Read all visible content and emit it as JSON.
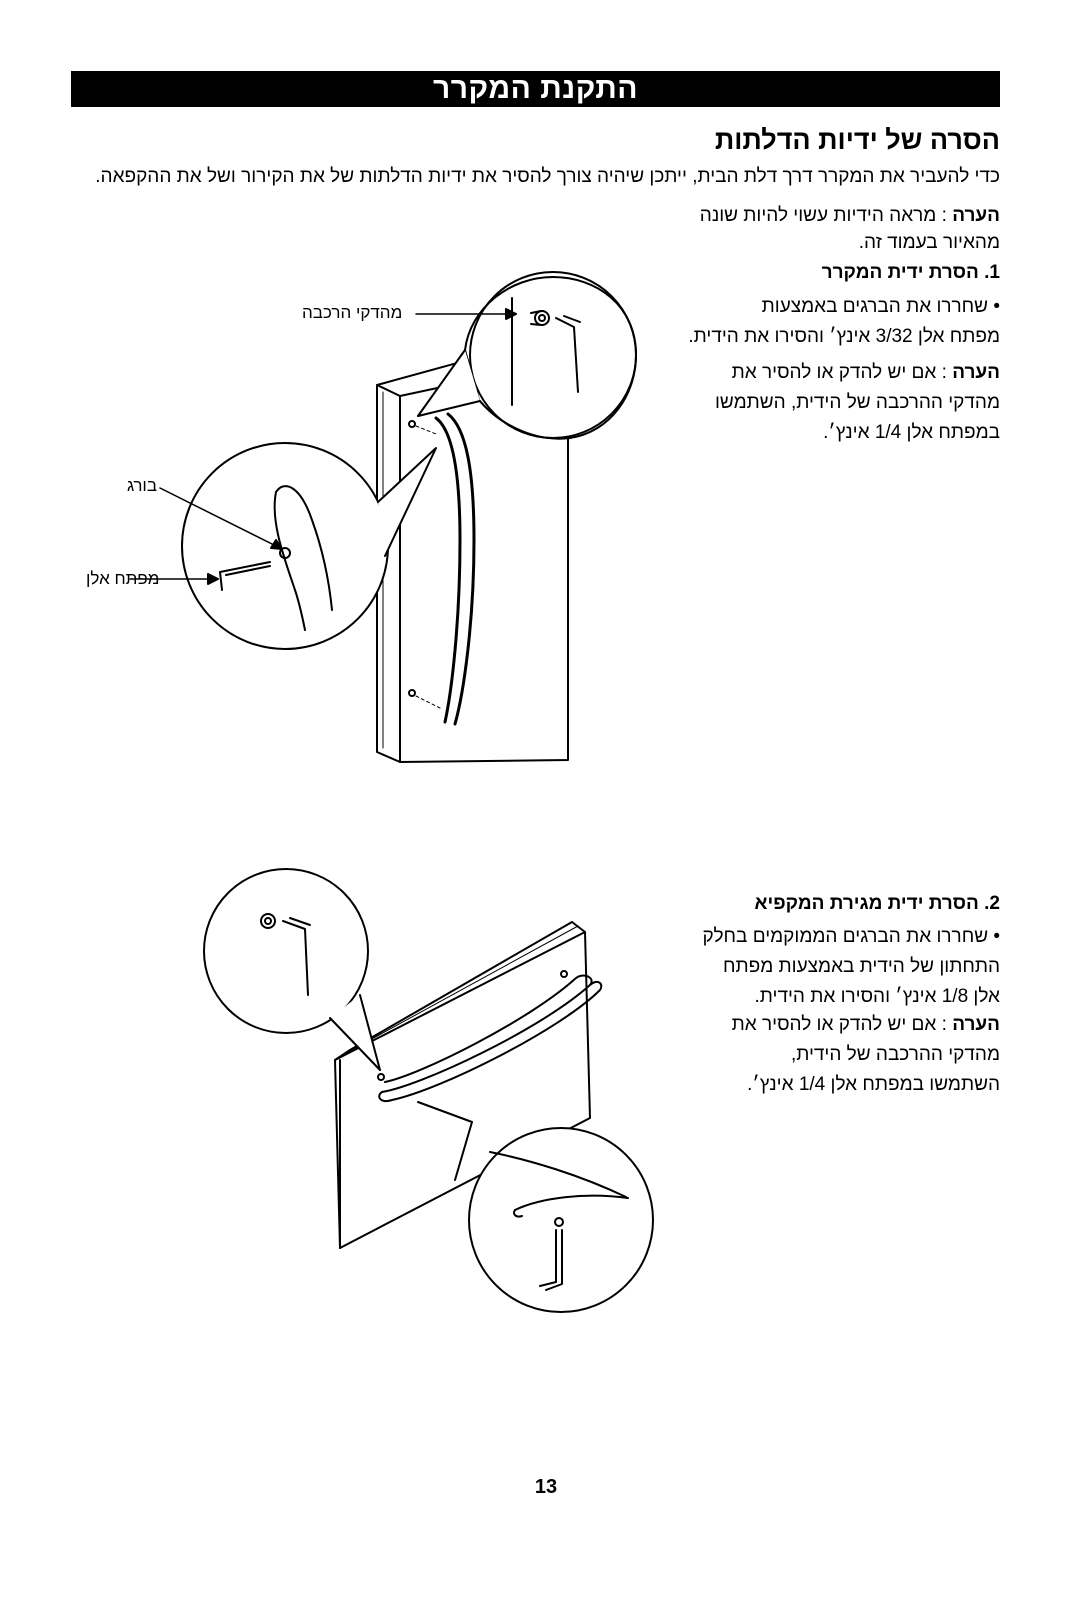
{
  "header": {
    "title": "התקנת המקרר"
  },
  "section": {
    "title": "הסרה של ידיות הדלתות",
    "intro": "כדי להעביר את המקרר דרך דלת הבית, ייתכן שיהיה צורך להסיר את ידיות הדלתות של את הקירור ושל את ההקפאה."
  },
  "note_general": {
    "label": "הערה",
    "line1": " : מראה הידיות עשוי להיות שונה",
    "line2": "מהאיור בעמוד זה."
  },
  "step1": {
    "title": "1. הסרת ידית המקרר",
    "bullet_line1": "• שחררו את הברגים באמצעות",
    "bullet_line2": "מפתח אלן 3/32 אינץ׳ והסירו את הידית.",
    "note_label": "הערה",
    "note_line1": " : אם יש להדק או להסיר את",
    "note_line2": "מהדקי ההרכבה של הידית, השתמשו",
    "note_line3": "במפתח אלן 1/4 אינץ׳."
  },
  "step2": {
    "title": "2. הסרת ידית מגירת המקפיא",
    "bullet_line1": "• שחררו את הברגים הממוקמים בחלק",
    "bullet_line2": "התחתון של הידית באמצעות מפתח",
    "bullet_line3": "אלן 1/8 אינץ׳ והסירו את הידית.",
    "note_label": "הערה",
    "note_line1": " : אם יש להדק או להסיר את",
    "note_line2": "מהדקי ההרכבה של הידית,",
    "note_line3": "השתמשו במפתח אלן 1/4 אינץ׳."
  },
  "callouts": {
    "mounting_clips": "מהדקי הרכבה",
    "screw": "בורג",
    "allen_wrench": "מפתח אלן"
  },
  "page": {
    "number": "13"
  }
}
